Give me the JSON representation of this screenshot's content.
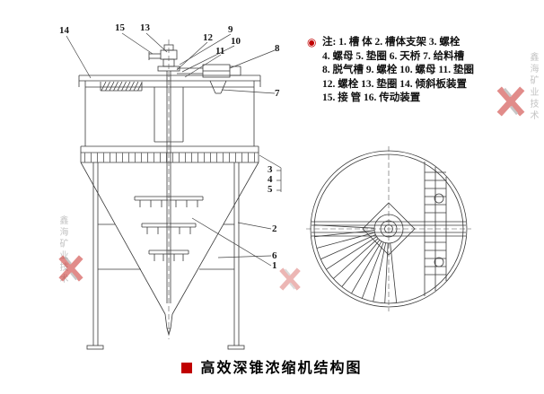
{
  "title": {
    "bullet": "■",
    "text": "高效深锥浓缩机结构图"
  },
  "legend": {
    "marker": "◉",
    "lines": [
      "注: 1. 槽 体 2. 槽体支架 3. 螺栓",
      "4. 螺母 5. 垫圈 6. 天桥 7. 给料槽",
      "8. 脱气槽 9. 螺栓 10. 螺母 11. 垫圈",
      "12. 螺栓 13. 垫圈 14. 倾斜板装置",
      "15. 接 管 16. 传动装置"
    ]
  },
  "callouts": [
    {
      "label": "14"
    },
    {
      "label": "15"
    },
    {
      "label": "13"
    },
    {
      "label": "12"
    },
    {
      "label": "9"
    },
    {
      "label": "10"
    },
    {
      "label": "11"
    },
    {
      "label": "8"
    },
    {
      "label": "7"
    },
    {
      "label": "3"
    },
    {
      "label": "4"
    },
    {
      "label": "5"
    },
    {
      "label": "2"
    },
    {
      "label": "6"
    },
    {
      "label": "1"
    }
  ],
  "watermark": {
    "text": "鑫海矿业技术"
  },
  "colors": {
    "accent": "#c00000",
    "line": "#3a3a3a",
    "watermark_gray": "#b5b5b5",
    "watermark_red": "#c9302c"
  }
}
